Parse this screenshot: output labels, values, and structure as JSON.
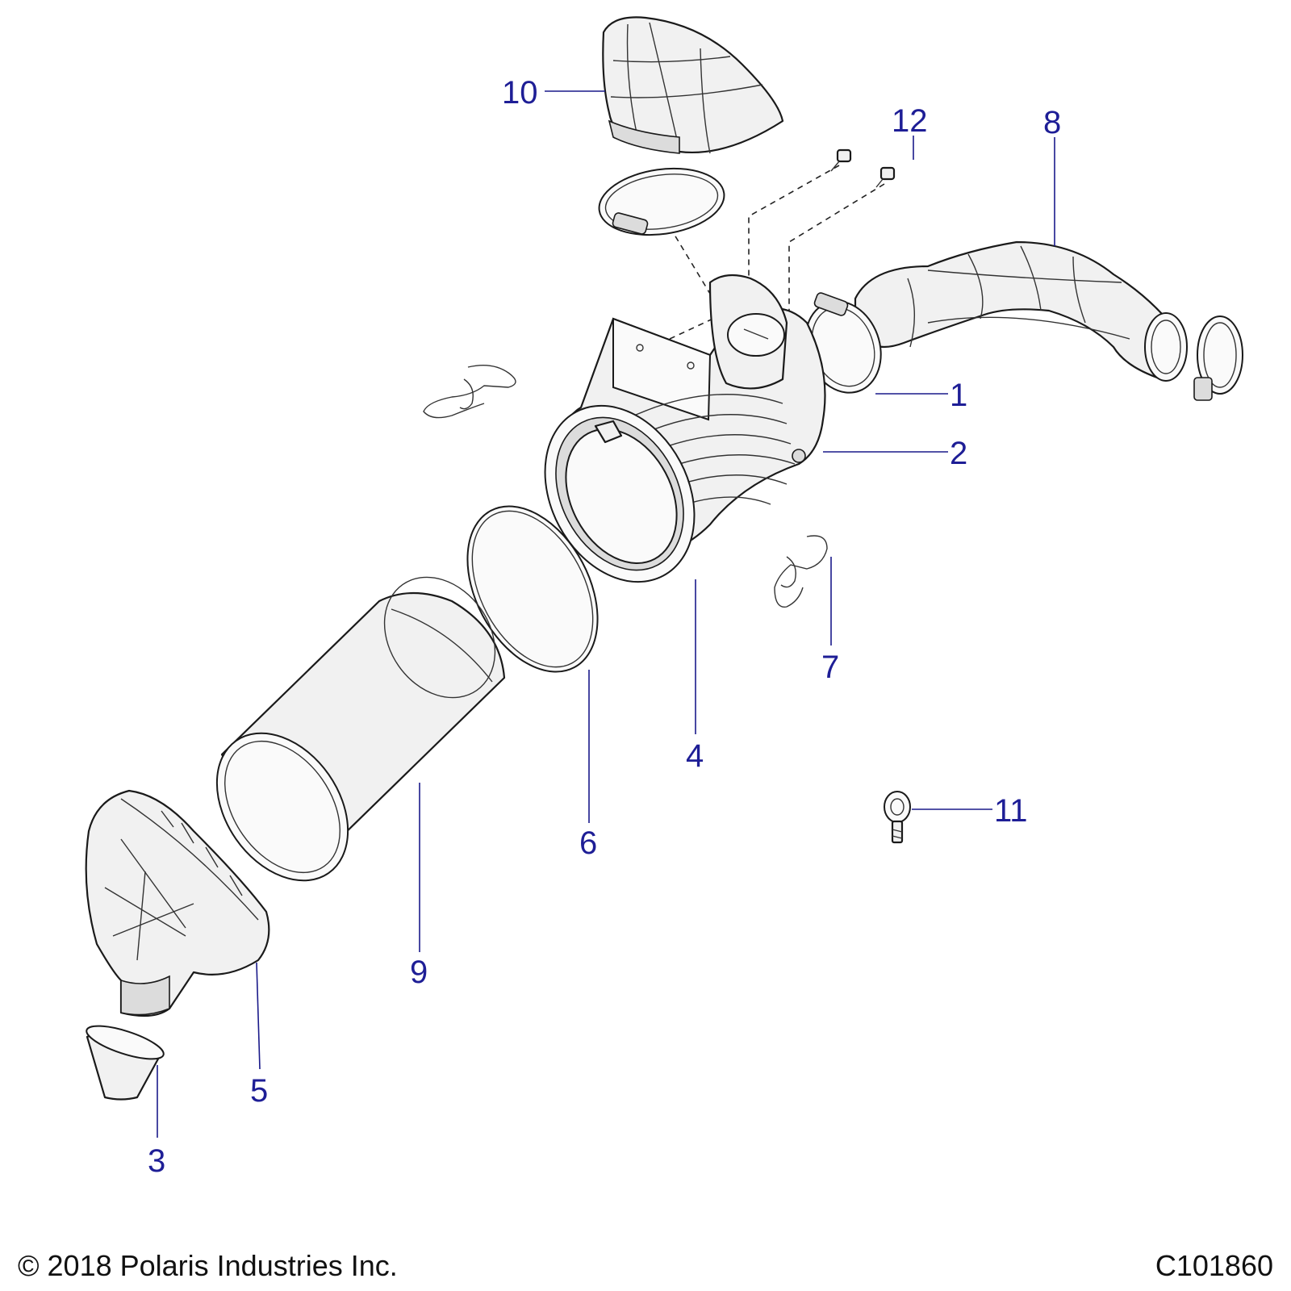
{
  "callouts": {
    "c1": "1",
    "c2": "2",
    "c3": "3",
    "c4": "4",
    "c5": "5",
    "c6": "6",
    "c7": "7",
    "c8": "8",
    "c9": "9",
    "c10": "10",
    "c11": "11",
    "c12": "12"
  },
  "footer": {
    "copyright": "© 2018 Polaris Industries Inc.",
    "drawing_number": "C101860"
  }
}
